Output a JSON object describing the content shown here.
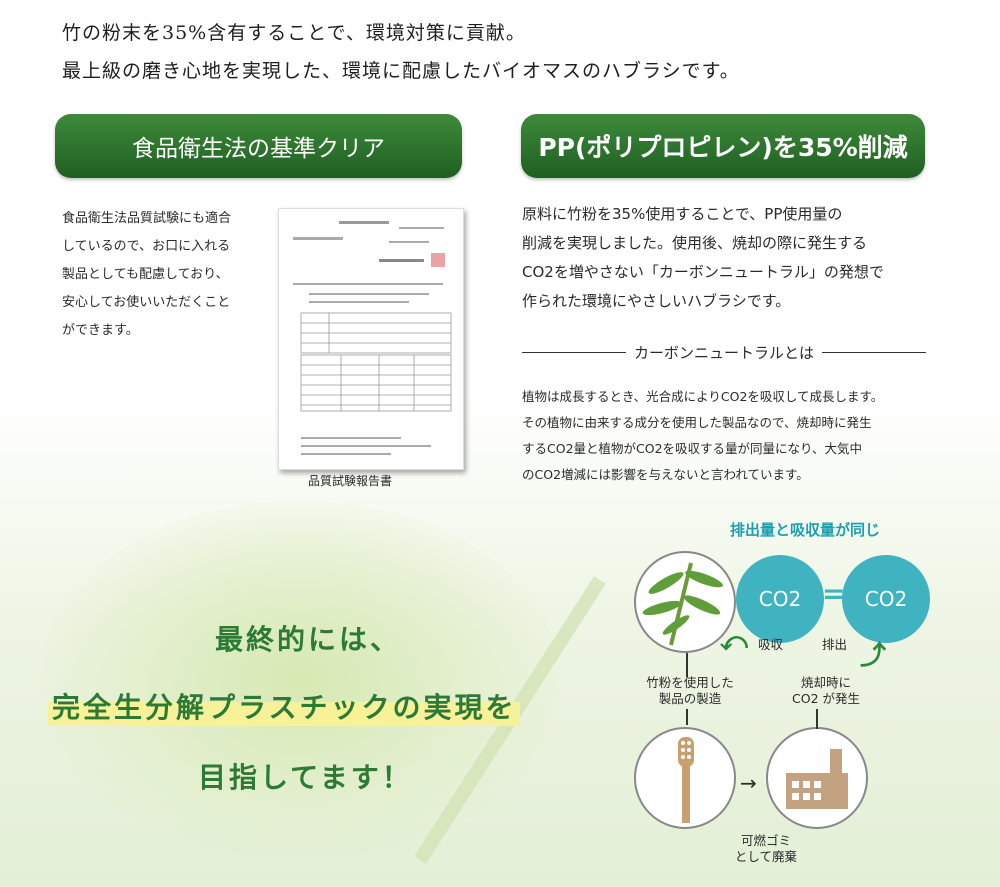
{
  "intro": {
    "line1": "竹の粉末を35%含有することで、環境対策に貢献。",
    "line2": "最上級の磨き心地を実現した、環境に配慮したバイオマスのハブラシです。"
  },
  "banners": {
    "left": "食品衛生法の基準クリア",
    "right": "PP(ポリプロピレン)を35%削減"
  },
  "left_text": [
    "食品衛生法品質試験にも適合",
    "しているので、お口に入れる",
    "製品としても配慮しており、",
    "安心してお使いいただくこと",
    "ができます。"
  ],
  "doc_caption": "品質試験報告書",
  "right_text": [
    "原料に竹粉を35%使用することで、PP使用量の",
    "削減を実現しました。使用後、焼却の際に発生する",
    "CO2を増やさない「カーボンニュートラル」の発想で",
    "作られた環境にやさしいハブラシです。"
  ],
  "section_title": "カーボンニュートラルとは",
  "right_small": [
    "植物は成長するとき、光合成によりCO2を吸収して成長します。",
    "その植物に由来する成分を使用した製品なので、焼却時に発生",
    "するCO2量と植物がCO2を吸収する量が同量になり、大気中",
    "のCO2増減には影響を与えないと言われています。"
  ],
  "final": {
    "line1": "最終的には、",
    "line2": "完全生分解プラスチックの実現を",
    "line3": "目指してます！"
  },
  "diagram": {
    "title": "排出量と吸収量が同じ",
    "co2_left": "CO2",
    "equals": "=",
    "co2_right": "CO2",
    "absorb": "吸収",
    "emit": "排出",
    "step_manufacture": [
      "竹粉を使用した",
      "製品の製造"
    ],
    "step_burn": [
      "焼却時に",
      "CO2 が発生"
    ],
    "step_dispose": [
      "可燃ゴミ",
      "として廃棄"
    ]
  },
  "colors": {
    "banner_green": "#2a6e2c",
    "accent_cyan": "#3fb3c0",
    "final_green": "#2d7a36",
    "highlight": "#f7f29a"
  }
}
